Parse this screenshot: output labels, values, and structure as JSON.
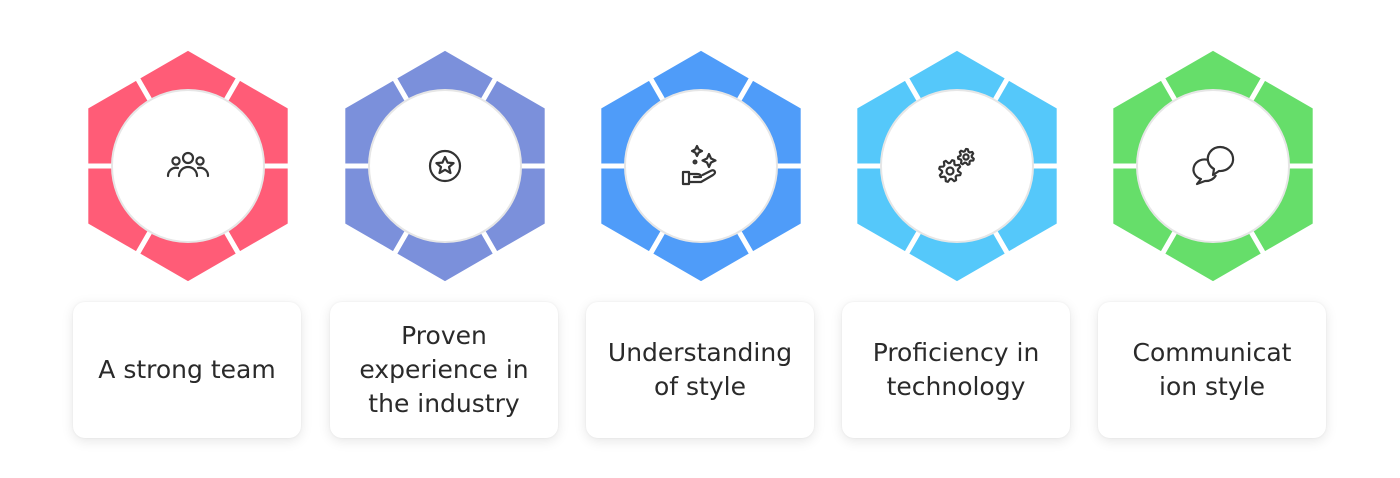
{
  "items": [
    {
      "label": "A strong team",
      "color": "#FF5C77",
      "icon": "people-icon"
    },
    {
      "label": "Proven\nexperience in\nthe industry",
      "color": "#7B90DB",
      "icon": "star-badge-icon"
    },
    {
      "label": "Understanding\nof style",
      "color": "#4F9CF9",
      "icon": "hand-sparkles-icon"
    },
    {
      "label": "Proficiency in\ntechnology",
      "color": "#55C8FA",
      "icon": "gears-icon"
    },
    {
      "label": "Communicat\nion style",
      "color": "#66DE6A",
      "icon": "chat-bubbles-icon"
    }
  ]
}
